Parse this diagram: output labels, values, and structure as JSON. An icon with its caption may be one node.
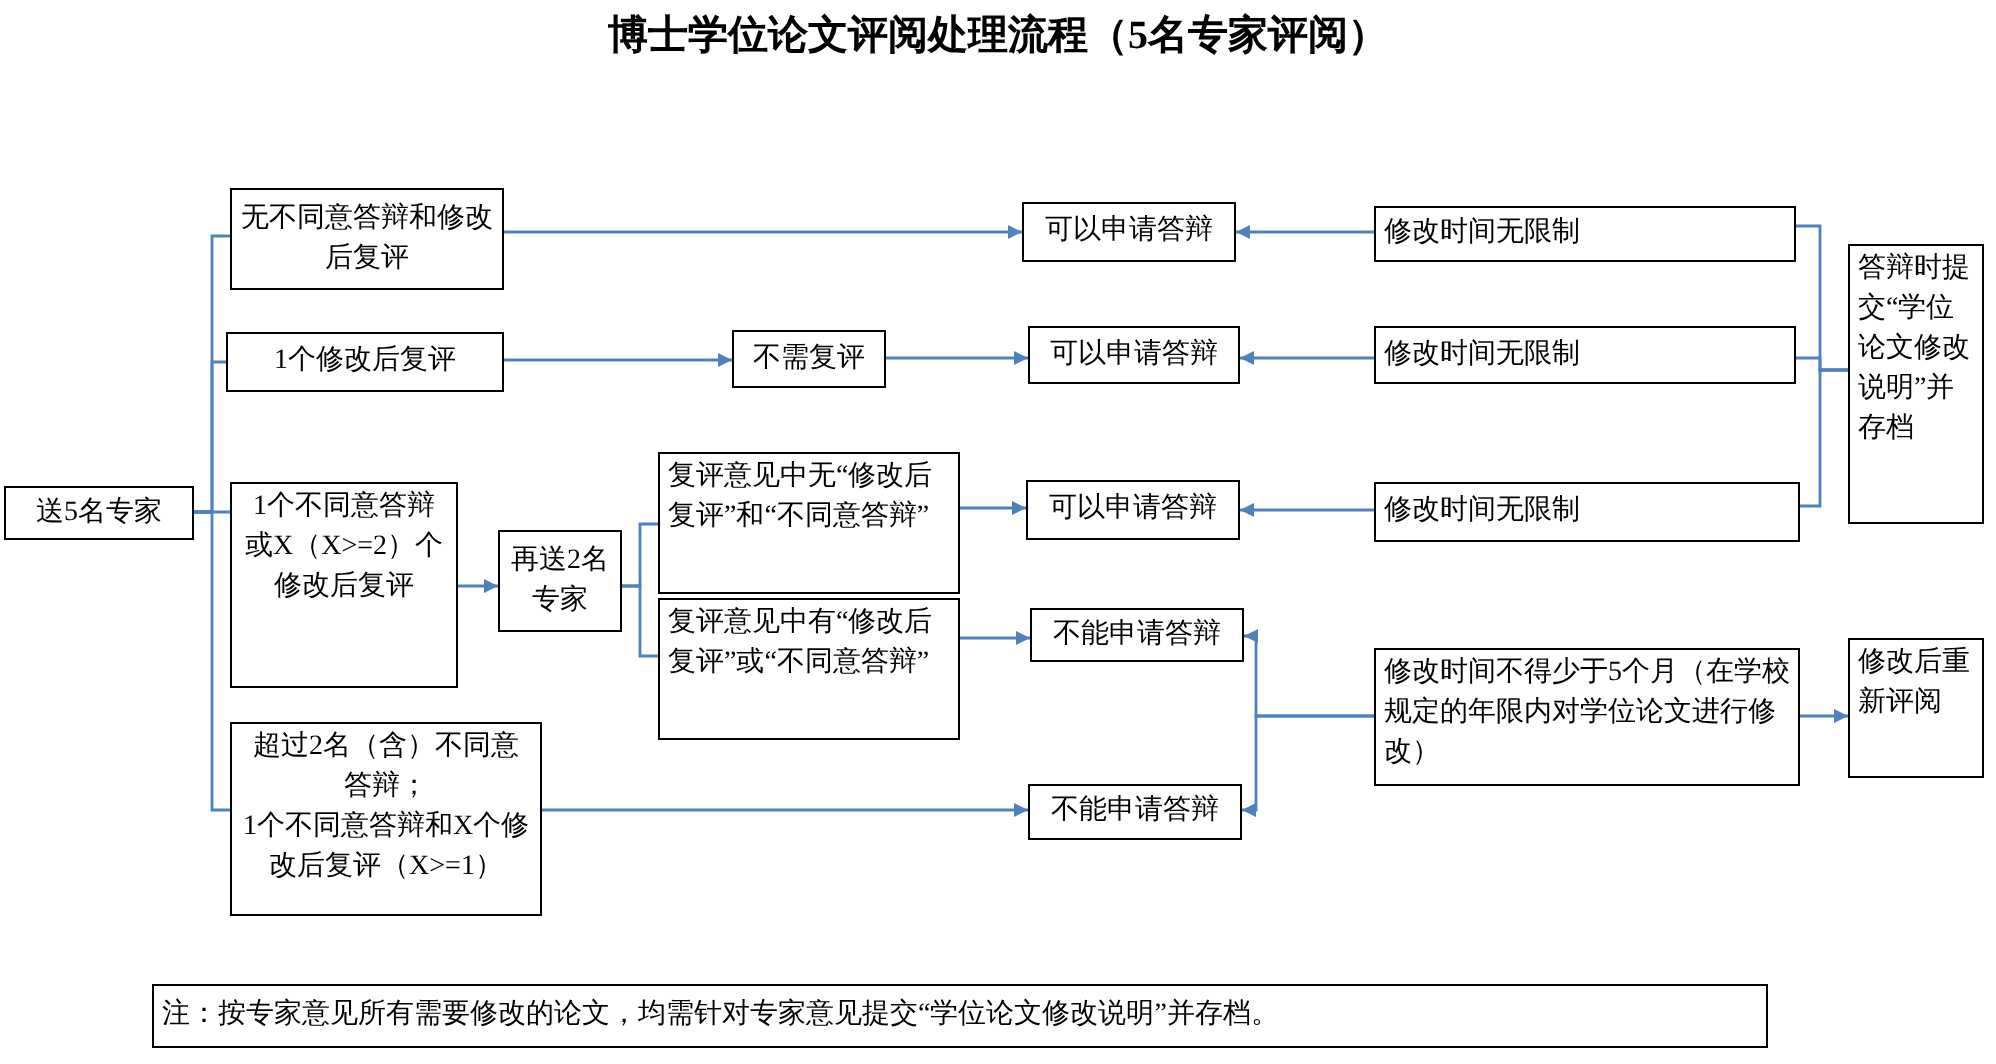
{
  "diagram": {
    "title": "博士学位论文评阅处理流程（5名专家评阅）",
    "nodes": [
      {
        "text": [
          "送5名专家"
        ]
      },
      {
        "text": [
          "无不同意答辩和修改后复评"
        ]
      },
      {
        "text": [
          "1个修改后复评"
        ]
      },
      {
        "text": [
          "1个不同意答辩或X（X>=2）个修改后复评"
        ]
      },
      {
        "text": [
          "超过2名（含）不同意答辩；",
          "1个不同意答辩和X个修改后复评（X>=1）"
        ]
      },
      {
        "text": [
          "不需复评"
        ]
      },
      {
        "text": [
          "再送2名专家"
        ]
      },
      {
        "text": [
          "复评意见中无“修改后复评”和“不同意答辩”"
        ]
      },
      {
        "text": [
          "复评意见中有“修改后复评”或“不同意答辩”"
        ]
      },
      {
        "text": [
          "可以申请答辩"
        ]
      },
      {
        "text": [
          "可以申请答辩"
        ]
      },
      {
        "text": [
          "可以申请答辩"
        ]
      },
      {
        "text": [
          "不能申请答辩"
        ]
      },
      {
        "text": [
          "不能申请答辩"
        ]
      },
      {
        "text": [
          "修改时间无限制"
        ]
      },
      {
        "text": [
          "修改时间无限制"
        ]
      },
      {
        "text": [
          "修改时间无限制"
        ]
      },
      {
        "text": [
          "修改时间不得少于5个月（在学校规定的年限内对学位论文进行修改）"
        ]
      },
      {
        "text": [
          "答辩时提交“学位论文修改说明”并存档"
        ]
      },
      {
        "text": [
          "修改后重新评阅"
        ]
      },
      {
        "text": [
          "注：按专家意见所有需要修改的论文，均需针对专家意见提交“学位论文修改说明”并存档。"
        ]
      }
    ],
    "edges": [
      {
        "from": 0,
        "to": 1,
        "arrow": "none"
      },
      {
        "from": 0,
        "to": 2,
        "arrow": "none"
      },
      {
        "from": 0,
        "to": 3,
        "arrow": "none"
      },
      {
        "from": 0,
        "to": 4,
        "arrow": "none"
      },
      {
        "from": 1,
        "to": 9,
        "arrow": "to"
      },
      {
        "from": 2,
        "to": 5,
        "arrow": "to"
      },
      {
        "from": 5,
        "to": 10,
        "arrow": "to"
      },
      {
        "from": 3,
        "to": 6,
        "arrow": "to"
      },
      {
        "from": 6,
        "to": 7,
        "arrow": "none"
      },
      {
        "from": 6,
        "to": 8,
        "arrow": "none"
      },
      {
        "from": 7,
        "to": 11,
        "arrow": "to"
      },
      {
        "from": 8,
        "to": 12,
        "arrow": "to"
      },
      {
        "from": 4,
        "to": 13,
        "arrow": "to"
      },
      {
        "from": 14,
        "to": 9,
        "arrow": "to"
      },
      {
        "from": 15,
        "to": 10,
        "arrow": "to"
      },
      {
        "from": 16,
        "to": 11,
        "arrow": "to"
      },
      {
        "from": 17,
        "to": 12,
        "arrow": "to"
      },
      {
        "from": 17,
        "to": 13,
        "arrow": "to"
      },
      {
        "from": 17,
        "to": 19,
        "arrow": "to"
      },
      {
        "from": 14,
        "to": 18,
        "arrow": "none"
      },
      {
        "from": 15,
        "to": 18,
        "arrow": "none"
      },
      {
        "from": 16,
        "to": 18,
        "arrow": "none"
      }
    ]
  }
}
